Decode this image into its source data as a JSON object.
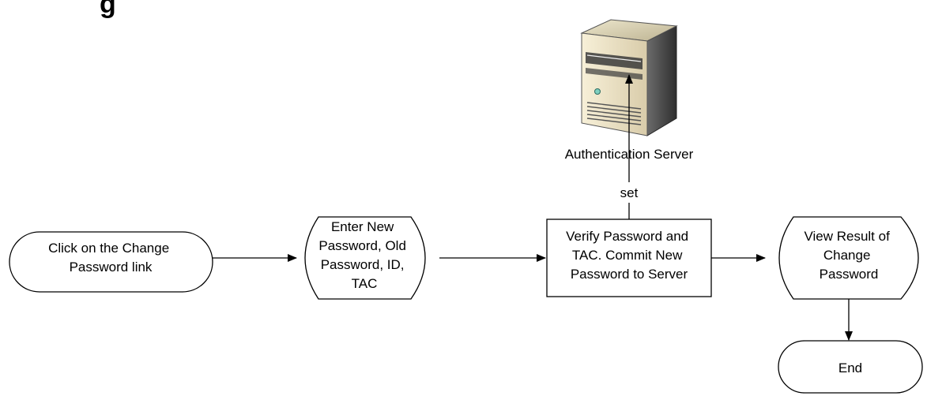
{
  "title_fragment": "g",
  "nodes": {
    "start": "Click on the Change Password link",
    "enter": [
      "Enter New",
      "Password, Old",
      "Password, ID,",
      "TAC"
    ],
    "verify": [
      "Verify Password and",
      "TAC. Commit New",
      "Password to Server"
    ],
    "result": [
      "View Result of",
      "Change",
      "Password"
    ],
    "end": "End"
  },
  "start_lines": [
    "Click on the Change",
    "Password link"
  ],
  "server_label": "Authentication Server",
  "edge_label": "set",
  "colors": {
    "stroke": "#000000",
    "fill": "#ffffff"
  },
  "icons": {
    "server": "server-icon"
  }
}
